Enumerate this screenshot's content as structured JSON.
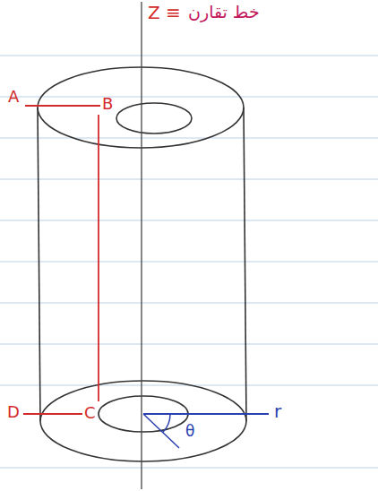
{
  "diagram": {
    "labels": [
      "Z ≡",
      "خط تقارن",
      "A",
      "B",
      "C",
      "D",
      "r",
      "θ"
    ]
  }
}
